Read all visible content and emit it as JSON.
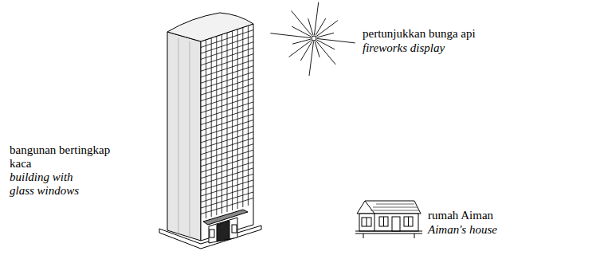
{
  "diagram": {
    "labels": [
      "pertunjukkan bunga api",
      "fireworks display",
      "bangunan bertingkap kaca",
      "building with glass windows",
      "rumah Aiman",
      "Aiman's house"
    ]
  }
}
